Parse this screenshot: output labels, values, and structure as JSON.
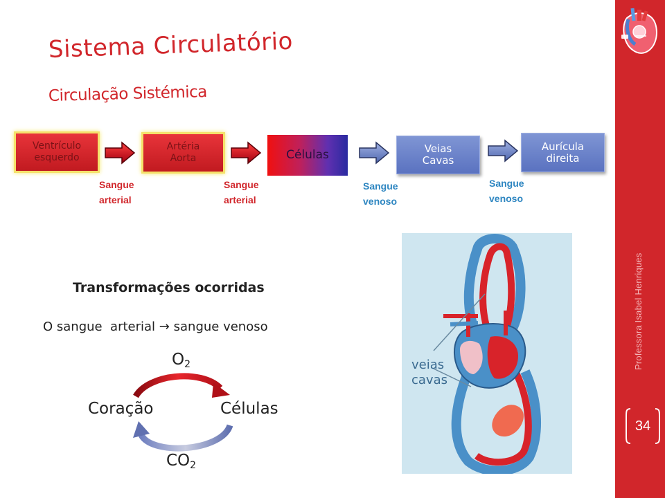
{
  "slide": {
    "title": "Sistema Circulatório",
    "subtitle": "Circulação Sistémica"
  },
  "flow": {
    "boxes": [
      {
        "label_line1": "Ventrículo",
        "label_line2": "esquerdo"
      },
      {
        "label_line1": "Artéria",
        "label_line2": "Aorta"
      },
      {
        "label": "Células"
      },
      {
        "label_line1": "Veias",
        "label_line2": "Cavas"
      },
      {
        "label_line1": "Aurícula",
        "label_line2": "direita"
      }
    ],
    "blood_labels": [
      {
        "text": "Sangue\narterial",
        "type": "arterial"
      },
      {
        "text": "Sangue\narterial",
        "type": "arterial"
      },
      {
        "text": "Sangue\nvenoso",
        "type": "venoso"
      },
      {
        "text": "Sangue\nvenoso",
        "type": "venoso"
      }
    ]
  },
  "transformations": {
    "heading": "Transformações ocorridas",
    "sentence_start": "O sangue  arterial",
    "sentence_end": "sangue venoso",
    "gas_top": "O",
    "gas_top_sub": "2",
    "gas_bottom": "CO",
    "gas_bottom_sub": "2",
    "left_node": "Coração",
    "right_node": "Células"
  },
  "illustration": {
    "label_line1": "veias",
    "label_line2": "cavas"
  },
  "sidebar": {
    "author": "Professora Isabel Henriques",
    "page_number": "34"
  },
  "colors": {
    "accent": "#d1262b",
    "arterial": "#d1262b",
    "venous": "#2e86c1",
    "box_blue": "#6a80c8"
  }
}
